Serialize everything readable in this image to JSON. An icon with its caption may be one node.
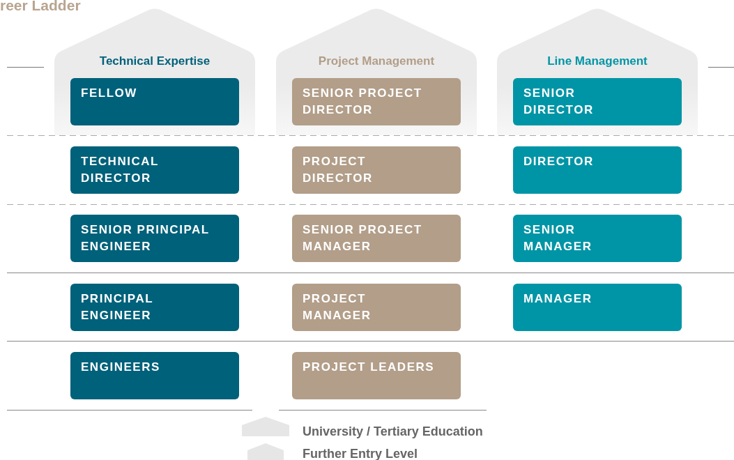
{
  "diagram": {
    "title": "reer Ladder",
    "nodes": [
      {
        "text": [
          "Technical Expertise"
        ]
      },
      {
        "text": [
          "FELLOW"
        ],
        "in": 0
      },
      {
        "text": [
          "Project Management"
        ]
      },
      {
        "text": [
          "SENIOR PROJECT DIRECTOR"
        ],
        "in": 2
      },
      {
        "text": [
          "Line Management"
        ]
      },
      {
        "text": [
          "SENIOR DIRECTOR"
        ],
        "in": 4
      },
      {
        "text": [
          "TECHNICAL DIRECTOR"
        ]
      },
      {
        "text": [
          "PROJECT DIRECTOR"
        ]
      },
      {
        "text": [
          "DIRECTOR"
        ]
      },
      {
        "text": [
          "SENIOR PRINCIPAL ENGINEER"
        ]
      },
      {
        "text": [
          "SENIOR PROJECT MANAGER"
        ]
      },
      {
        "text": [
          "SENIOR MANAGER"
        ]
      },
      {
        "text": [
          "PRINCIPAL ENGINEER"
        ]
      },
      {
        "text": [
          "PROJECT MANAGER"
        ]
      },
      {
        "text": [
          "MANAGER"
        ]
      },
      {
        "text": [
          "ENGINEERS"
        ]
      },
      {
        "text": [
          "PROJECT LEADERS"
        ]
      }
    ],
    "edges": [],
    "legend": [
      {
        "text": "University / Tertiary Education"
      },
      {
        "text": "Further Entry Level"
      }
    ]
  }
}
